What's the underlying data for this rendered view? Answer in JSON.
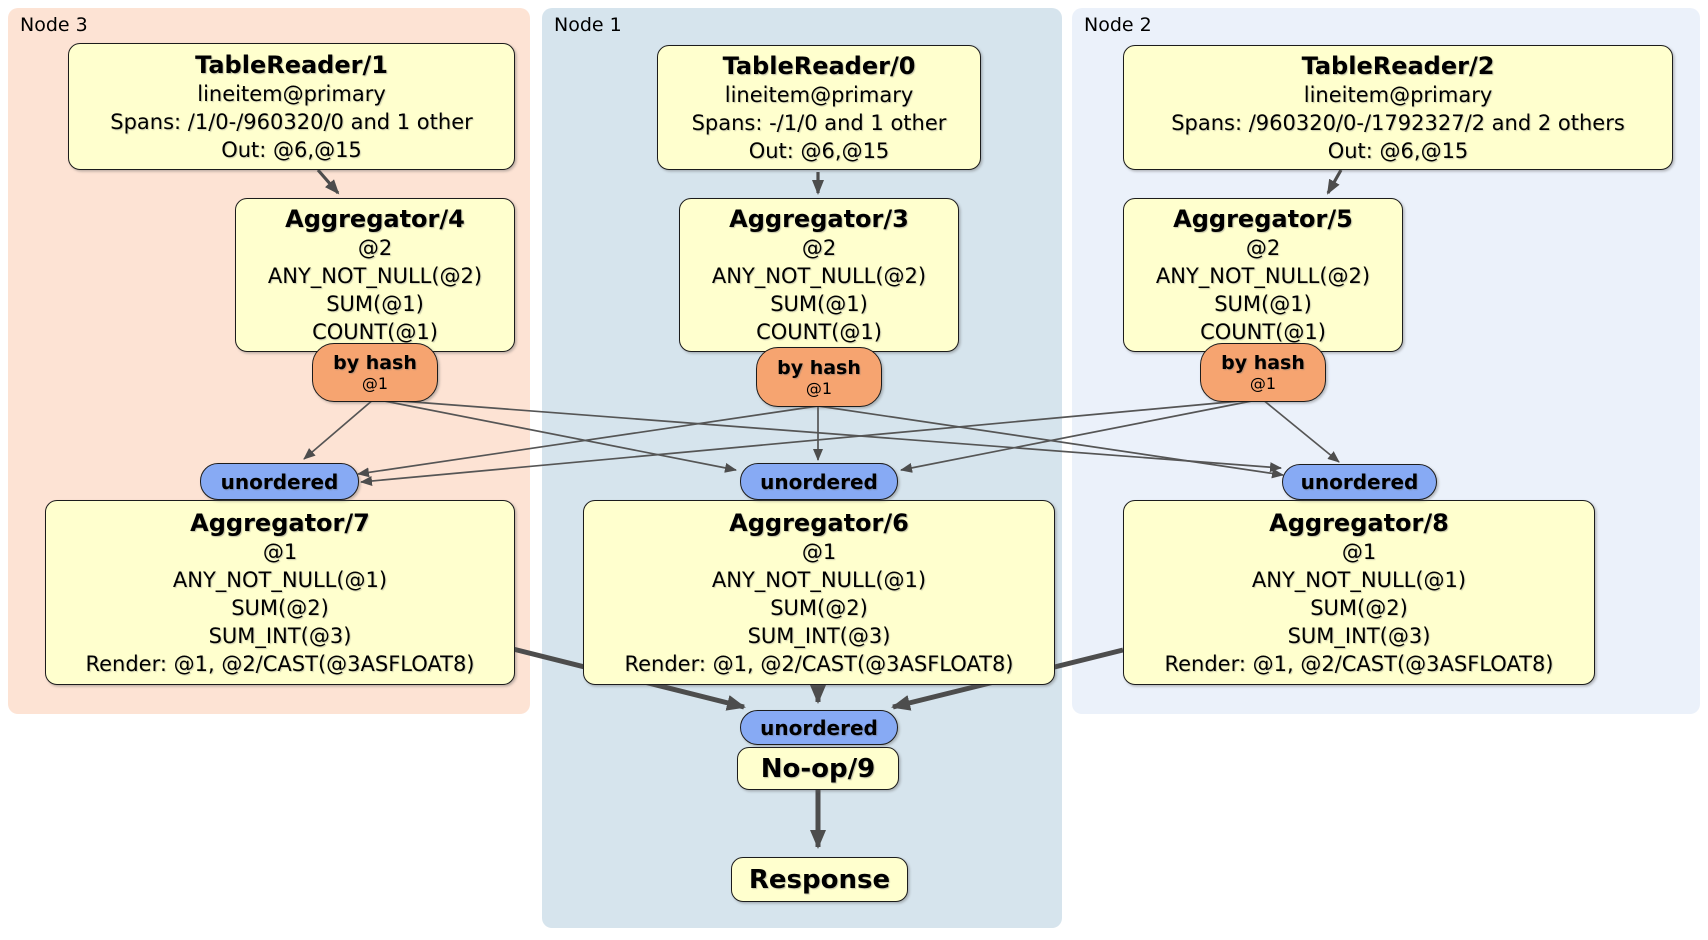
{
  "colors": {
    "node3_bg": "#fde3d4",
    "node1_bg": "#d6e4ed",
    "node2_bg": "#ebf1fa",
    "box_bg": "#ffffce",
    "router_bg": "#f6a470",
    "sync_bg": "#87aaf4",
    "edge_color": "#4d4d4d"
  },
  "regions": {
    "node3": {
      "label": "Node 3"
    },
    "node1": {
      "label": "Node 1"
    },
    "node2": {
      "label": "Node 2"
    }
  },
  "processors": {
    "tr1": {
      "title": "TableReader/1",
      "lines": [
        "lineitem@primary",
        "Spans: /1/0-/960320/0 and 1 other",
        "Out: @6,@15"
      ]
    },
    "tr0": {
      "title": "TableReader/0",
      "lines": [
        "lineitem@primary",
        "Spans: -/1/0 and 1 other",
        "Out: @6,@15"
      ]
    },
    "tr2": {
      "title": "TableReader/2",
      "lines": [
        "lineitem@primary",
        "Spans: /960320/0-/1792327/2 and 2 others",
        "Out: @6,@15"
      ]
    },
    "agg4": {
      "title": "Aggregator/4",
      "lines": [
        "@2",
        "ANY_NOT_NULL(@2)",
        "SUM(@1)",
        "COUNT(@1)"
      ]
    },
    "agg3": {
      "title": "Aggregator/3",
      "lines": [
        "@2",
        "ANY_NOT_NULL(@2)",
        "SUM(@1)",
        "COUNT(@1)"
      ]
    },
    "agg5": {
      "title": "Aggregator/5",
      "lines": [
        "@2",
        "ANY_NOT_NULL(@2)",
        "SUM(@1)",
        "COUNT(@1)"
      ]
    },
    "agg7": {
      "title": "Aggregator/7",
      "lines": [
        "@1",
        "ANY_NOT_NULL(@1)",
        "SUM(@2)",
        "SUM_INT(@3)",
        "Render: @1, @2/CAST(@3ASFLOAT8)"
      ]
    },
    "agg6": {
      "title": "Aggregator/6",
      "lines": [
        "@1",
        "ANY_NOT_NULL(@1)",
        "SUM(@2)",
        "SUM_INT(@3)",
        "Render: @1, @2/CAST(@3ASFLOAT8)"
      ]
    },
    "agg8": {
      "title": "Aggregator/8",
      "lines": [
        "@1",
        "ANY_NOT_NULL(@1)",
        "SUM(@2)",
        "SUM_INT(@3)",
        "Render: @1, @2/CAST(@3ASFLOAT8)"
      ]
    },
    "noop": {
      "title": "No-op/9"
    },
    "response": {
      "title": "Response"
    }
  },
  "routers": {
    "r4": {
      "label": "by hash",
      "detail": "@1"
    },
    "r3": {
      "label": "by hash",
      "detail": "@1"
    },
    "r5": {
      "label": "by hash",
      "detail": "@1"
    }
  },
  "synchronizers": {
    "left": {
      "label": "unordered"
    },
    "center": {
      "label": "unordered"
    },
    "right": {
      "label": "unordered"
    },
    "final": {
      "label": "unordered"
    }
  }
}
